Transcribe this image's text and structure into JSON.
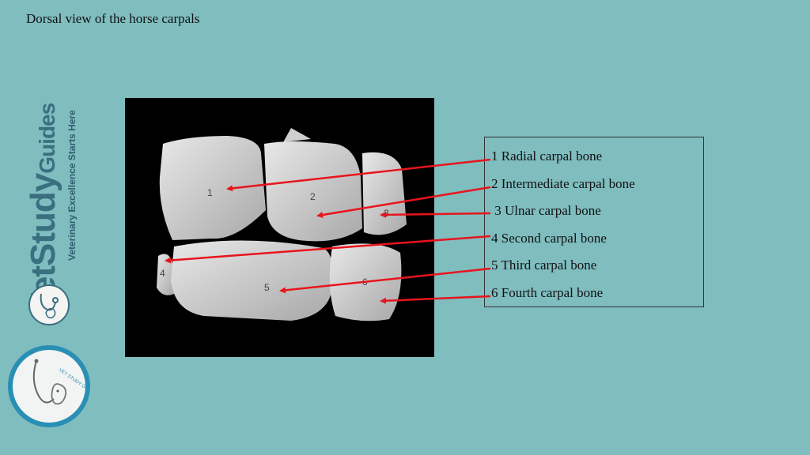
{
  "title": "Dorsal view of the horse carpals",
  "brand": {
    "name_main": "VetStudy",
    "name_suffix": "Guides",
    "tagline": "Veterinary Excellence Starts Here",
    "round_logo_text": "VET STUDY GUIDES"
  },
  "image_labels": [
    "1",
    "2",
    "3",
    "4",
    "5",
    "6"
  ],
  "legend": [
    "1 Radial carpal bone",
    "2 Intermediate carpal bone",
    " 3 Ulnar carpal bone",
    "4 Second carpal bone",
    "5 Third carpal bone",
    "6 Fourth carpal bone"
  ],
  "colors": {
    "background": "#7fbdbf",
    "arrow": "#e8141c",
    "brand": "#3a6f80"
  }
}
